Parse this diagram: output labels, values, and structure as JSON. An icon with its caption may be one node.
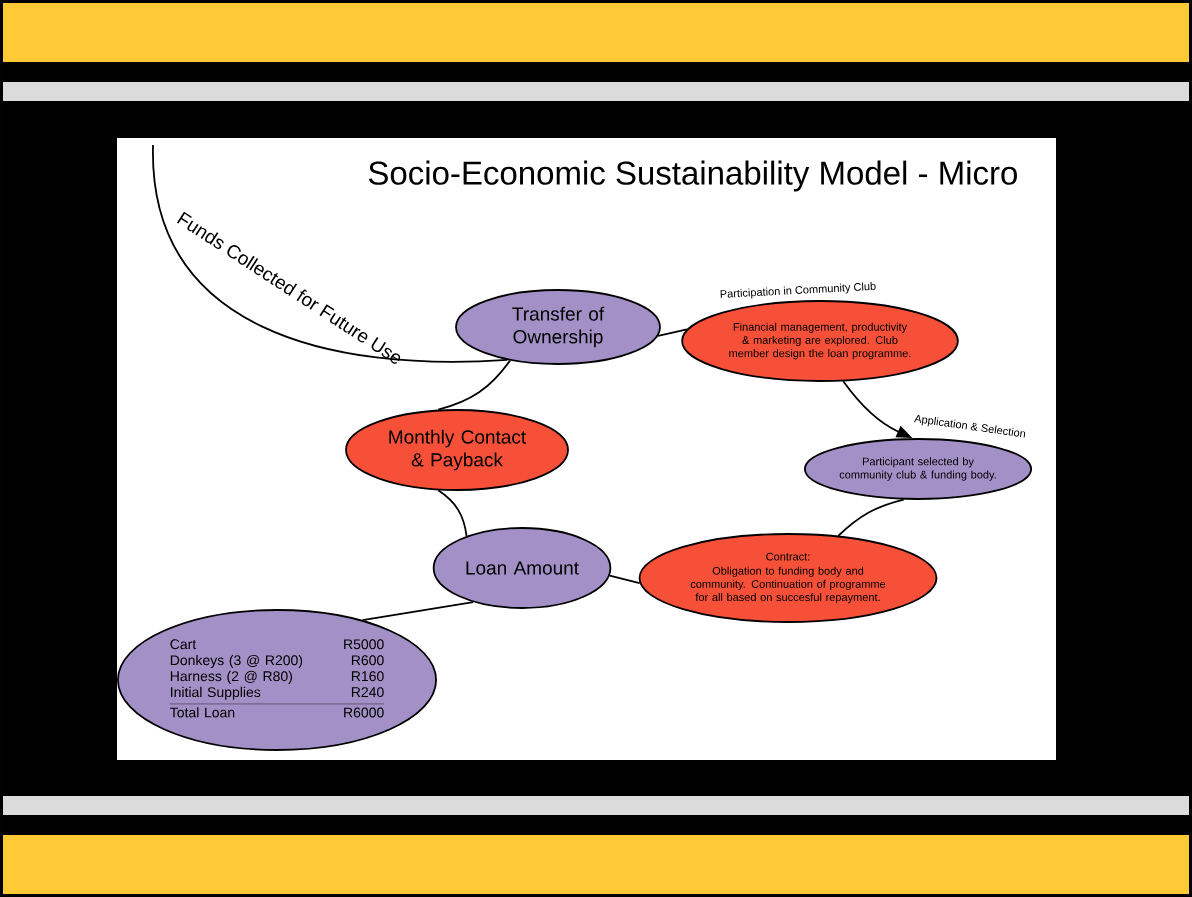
{
  "diagram": {
    "title": "Socio-Economic Sustainability Model - Micro",
    "nodes": [
      {
        "text": [
          "Transfer of Ownership"
        ]
      },
      {
        "text": [
          "Financial management, productivity & marketing are explored. Club member design the loan programme."
        ],
        "beside": [
          "Participation in Community Club"
        ]
      },
      {
        "text": [
          "Participant selected by community club & funding body."
        ],
        "beside": [
          "Application & Selection"
        ]
      },
      {
        "text": [
          "Contract:",
          "Obligation to funding body and community. Continuation of programme for all based on succesful repayment."
        ]
      },
      {
        "text": [
          "Loan Amount"
        ]
      },
      {
        "text": [
          "Cart",
          "R5000",
          "Donkeys (3 @ R200)",
          "R600",
          "Harness (2 @ R80)",
          "R160",
          "Initial Supplies",
          "R240",
          "Total Loan",
          "R6000"
        ]
      },
      {
        "text": [
          "Monthly Contact & Payback"
        ]
      }
    ],
    "edges": [
      {
        "from": 0,
        "to": 1,
        "arrow": "none"
      },
      {
        "from": 1,
        "to": 2,
        "arrow": "to"
      },
      {
        "from": 2,
        "to": 3,
        "arrow": "none"
      },
      {
        "from": 3,
        "to": 4,
        "arrow": "none"
      },
      {
        "from": 4,
        "to": 5,
        "arrow": "none"
      },
      {
        "from": 4,
        "to": 6,
        "arrow": "none"
      },
      {
        "from": 6,
        "to": 0,
        "arrow": "none"
      },
      {
        "from": null,
        "to": 0,
        "arrow": "none",
        "label": "Funds Collected for Future Use"
      }
    ]
  }
}
